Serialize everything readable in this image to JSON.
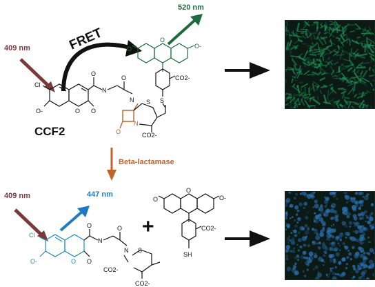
{
  "top": {
    "excitation_label": "409 nm",
    "fret_label": "FRET",
    "emission_label": "520 nm",
    "compound_label": "CCF2"
  },
  "enzyme_label": "Beta-lactamase",
  "bottom": {
    "excitation_label": "409 nm",
    "emission_label": "447 nm",
    "plus_sign": "+"
  },
  "atoms": {
    "chlorine": "Cl",
    "oxide": "O-",
    "oxygen": "O",
    "nh": "N",
    "h": "H",
    "sulfur": "S",
    "carboxylate": "CO2-",
    "thiol": "SH"
  },
  "colors": {
    "excitation": "#7a3a3c",
    "green_emission": "#1d6b3c",
    "blue_emission": "#1f7ac2",
    "enzyme": "#c0622a",
    "donor_blue": "#2088c8",
    "lactam_orange": "#c0622a",
    "green_cell_image": "#1f8a55",
    "blue_cell_image": "#2b6fb0"
  },
  "icons": [
    "excitation-arrow-icon",
    "emission-arrow-icon",
    "fret-arrow-icon",
    "result-arrow-icon",
    "reaction-arrow-icon"
  ]
}
